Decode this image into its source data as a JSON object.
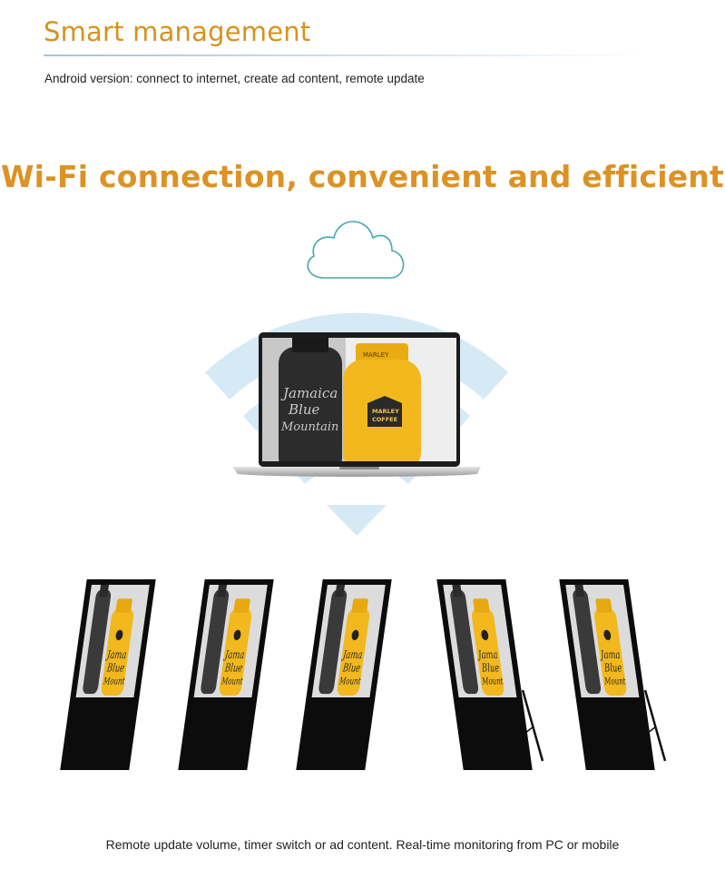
{
  "header": {
    "title": "Smart management"
  },
  "subtitle": "Android version: connect to internet, create ad content, remote update",
  "headline": "Wi-Fi connection, convenient and efficient",
  "laptop_screen": {
    "jar_lid_text": "MARLEY",
    "jar_label_line1": "MARLEY",
    "jar_label_line2": "COFFEE",
    "bottle_script_line1": "Jamaica",
    "bottle_script_line2": "Blue",
    "bottle_script_line3": "Mountain"
  },
  "footer": "Remote update volume, timer switch or ad content. Real-time monitoring from PC or mobile",
  "colors": {
    "accent_orange": "#dc9224",
    "title_orange": "#d7921e",
    "cloud_teal": "#45a8ac",
    "wifi_blue": "#d6eaf5",
    "product_yellow": "#f2b81d"
  }
}
